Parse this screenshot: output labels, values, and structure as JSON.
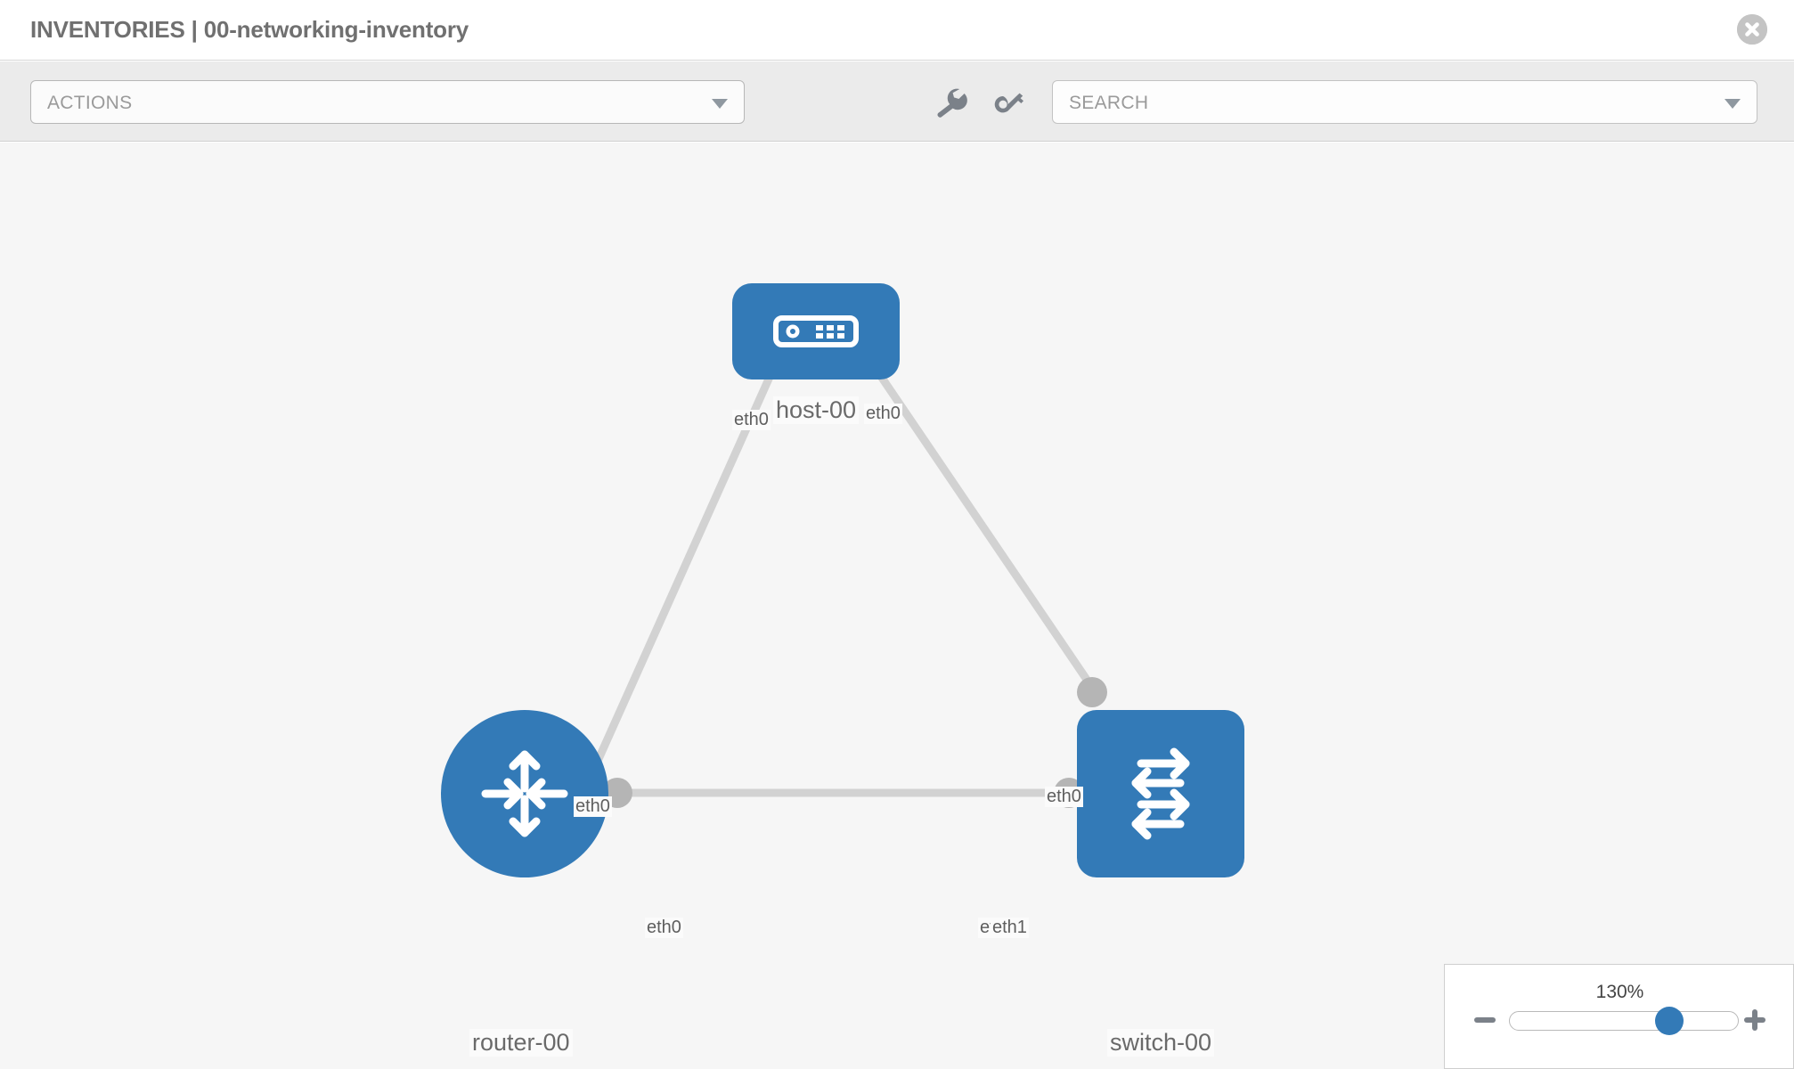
{
  "header": {
    "title": "INVENTORIES | 00-networking-inventory",
    "close_label": "close-icon"
  },
  "toolbar": {
    "actions_label": "ACTIONS",
    "search_placeholder": "SEARCH",
    "wrench_icon": "wrench-icon",
    "key_icon": "key-icon"
  },
  "topology": {
    "nodes": [
      {
        "id": "host-00",
        "label": "host-00",
        "type": "host"
      },
      {
        "id": "router-00",
        "label": "router-00",
        "type": "router"
      },
      {
        "id": "switch-00",
        "label": "switch-00",
        "type": "switch"
      }
    ],
    "links": [
      {
        "from": "router-00",
        "to": "host-00",
        "from_iface": "eth0",
        "to_iface": "eth0"
      },
      {
        "from": "host-00",
        "to": "switch-00",
        "from_iface": "eth0",
        "to_iface": "eth0"
      },
      {
        "from": "router-00",
        "to": "switch-00",
        "from_iface": "eth0",
        "to_iface": "eth1"
      }
    ],
    "iface_labels": {
      "host_left": "eth0",
      "host_right": "eth0",
      "router_up": "eth0",
      "switch_up": "eth0",
      "router_right": "eth0",
      "switch_left_back": "eth0",
      "switch_left_front": "eth1"
    }
  },
  "zoom": {
    "percent": "130%",
    "minus_label": "zoom-out",
    "plus_label": "zoom-in"
  },
  "colors": {
    "node_blue": "#337ab7",
    "link_gray": "#d0d0d0",
    "canvas_bg": "#f6f6f6",
    "toolbar_bg": "#ebebeb"
  }
}
